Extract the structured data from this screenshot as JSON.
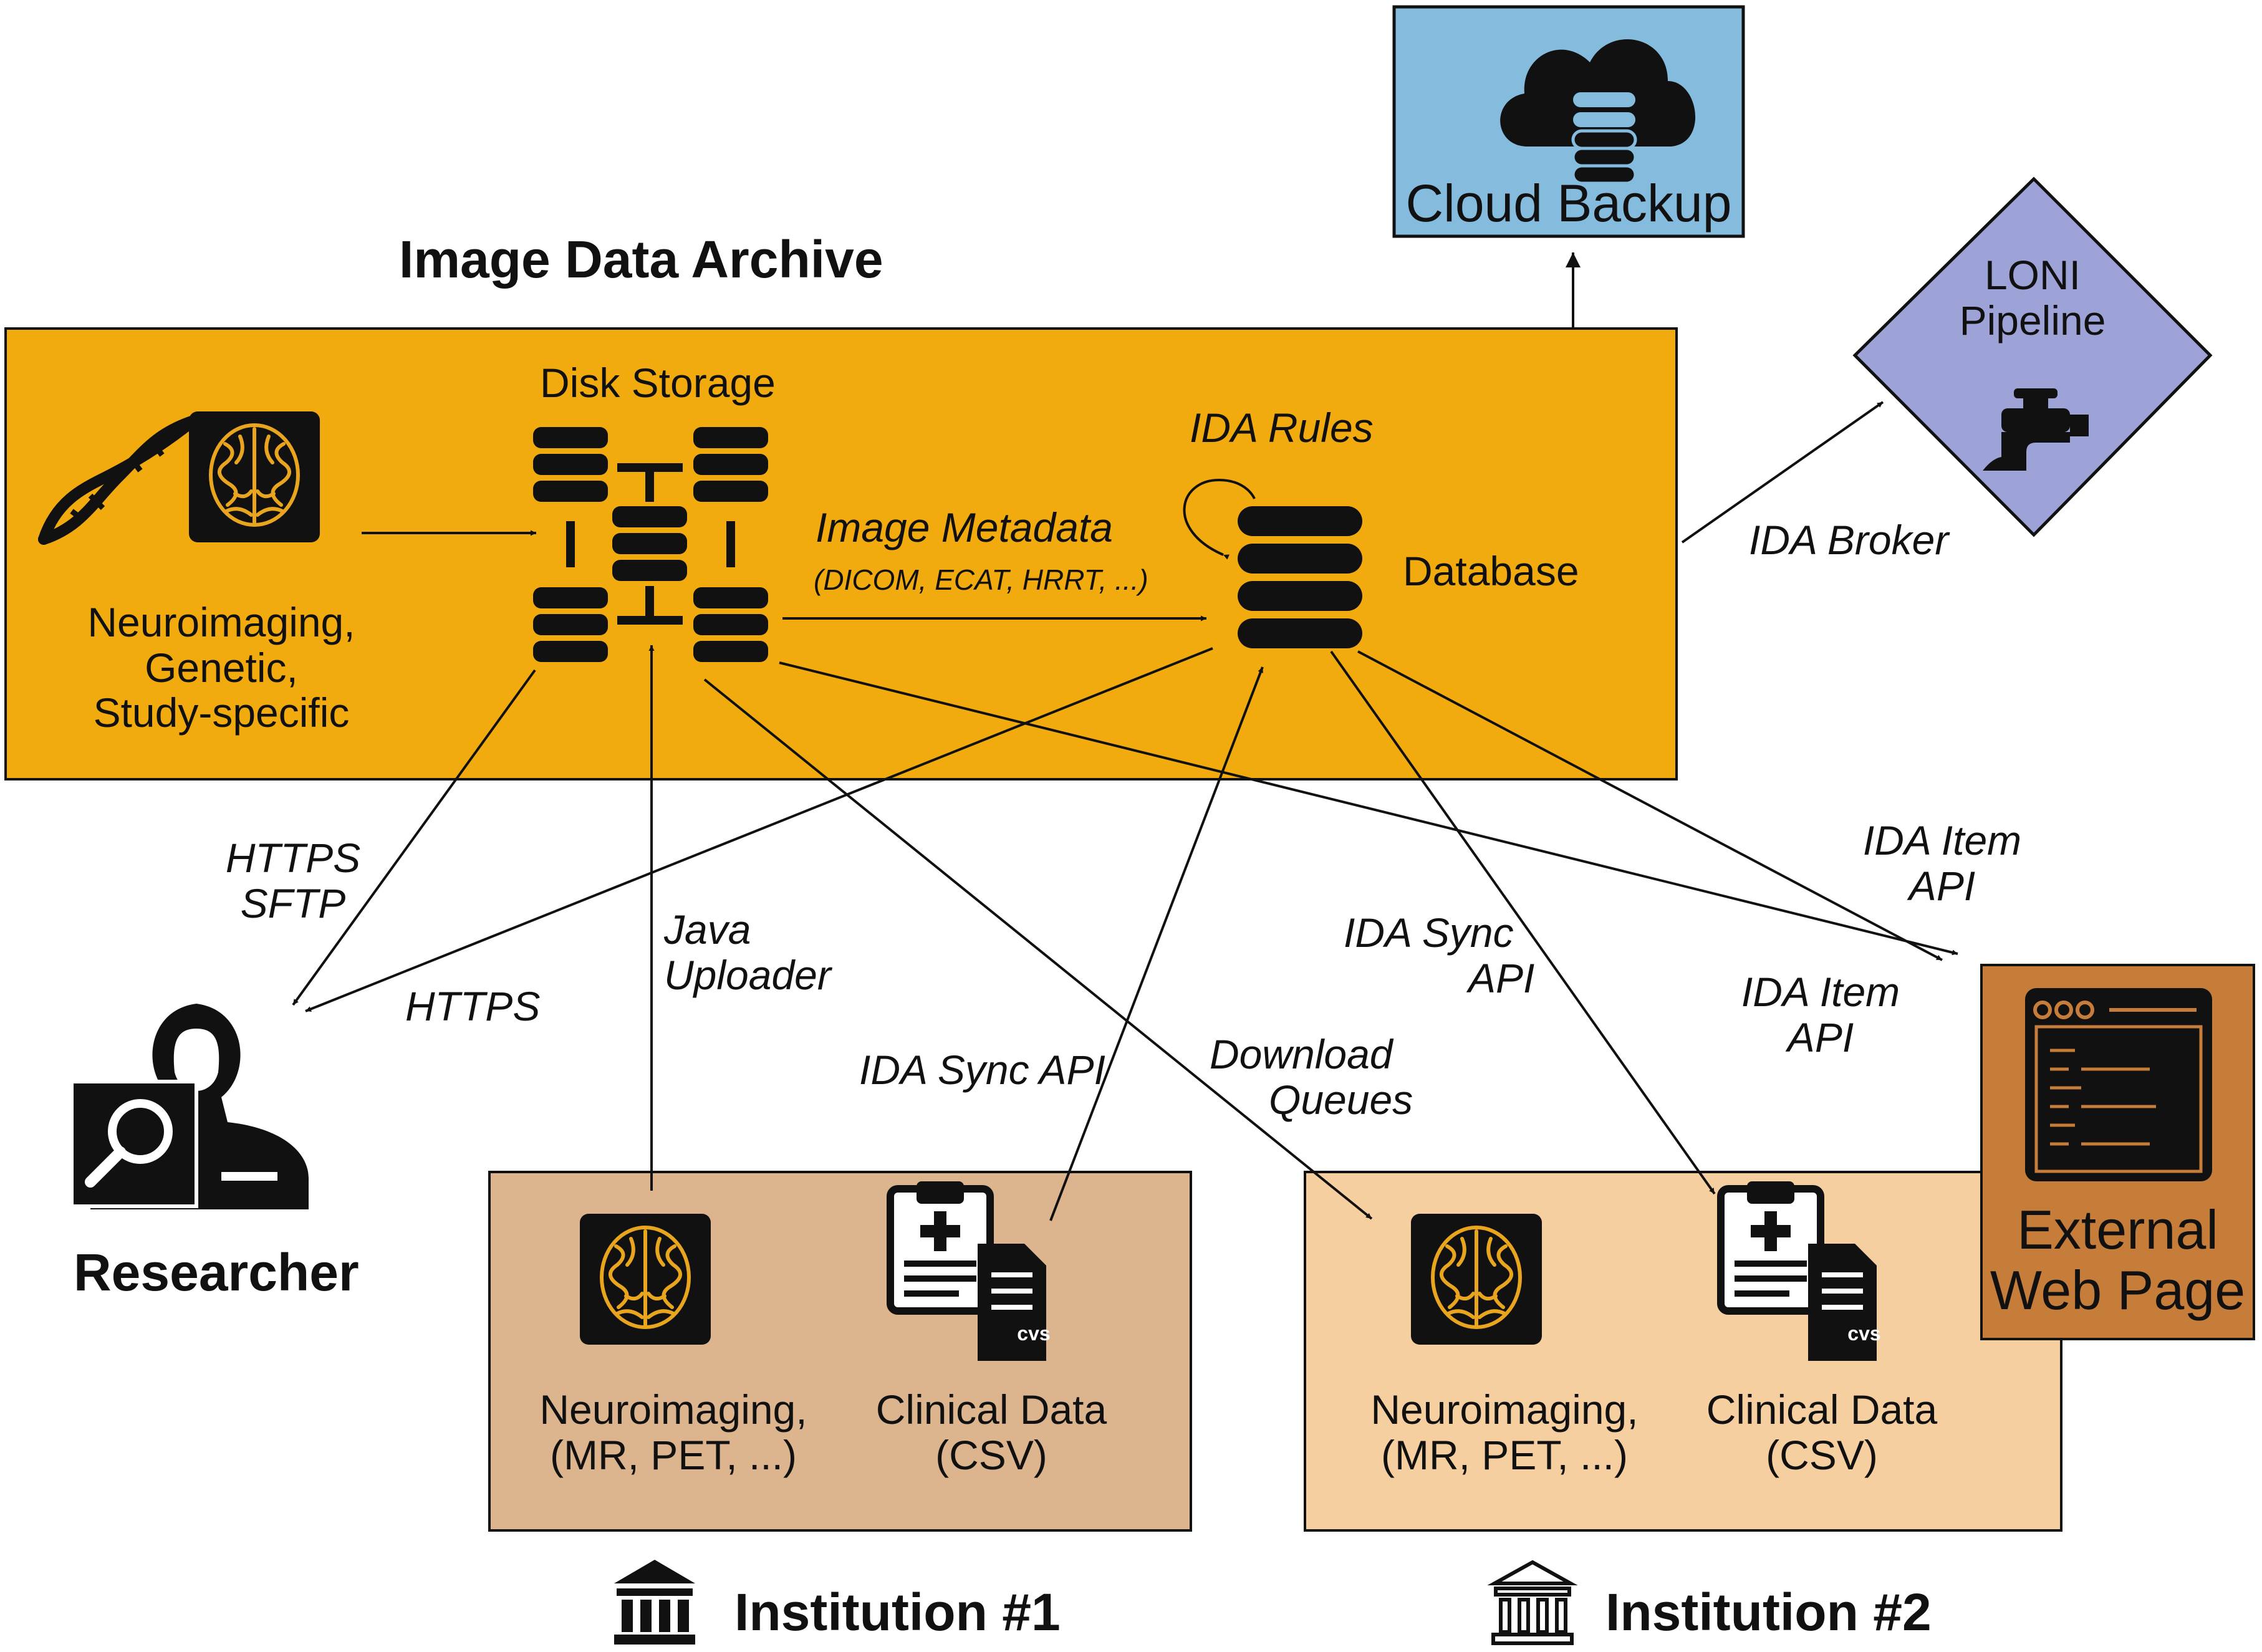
{
  "colors": {
    "archive_bg": "#f2ab0f",
    "cloud_bg": "#85bcdd",
    "pipeline_bg": "#9da3d6",
    "institution1_bg": "#dcb48e",
    "institution2_bg": "#f6cfa0",
    "webpage_bg": "#c77d3a",
    "ink": "#111111"
  },
  "archive": {
    "title": "Image Data Archive",
    "sources_label": [
      "Neuroimaging,",
      "Genetic,",
      "Study-specific"
    ],
    "disk_storage_label": "Disk Storage",
    "database_label": "Database",
    "ida_rules_label": "IDA Rules",
    "metadata_label": "Image Metadata",
    "metadata_formats": "(DICOM, ECAT, HRRT, ...)",
    "icons": [
      "dna-icon",
      "brain-scan-icon",
      "server-rack-icon",
      "database-icon"
    ]
  },
  "cloud_backup": {
    "label": "Cloud Backup",
    "icon": "cloud-database-icon"
  },
  "loni_pipeline": {
    "label": [
      "LONI",
      "Pipeline"
    ],
    "icon": "faucet-icon"
  },
  "external_web_page": {
    "label": [
      "External",
      "Web Page"
    ],
    "icon": "browser-window-icon"
  },
  "researcher": {
    "label": "Researcher",
    "icon": "researcher-magnifier-icon"
  },
  "institution1": {
    "label": "Institution #1",
    "neuro_label": [
      "Neuroimaging,",
      "(MR, PET, ...)"
    ],
    "clinical_label": [
      "Clinical Data",
      "(CSV)"
    ],
    "file_tag": "cvs"
  },
  "institution2": {
    "label": "Institution #2",
    "neuro_label": [
      "Neuroimaging,",
      "(MR, PET, ...)"
    ],
    "clinical_label": [
      "Clinical Data",
      "(CSV)"
    ],
    "file_tag": "cvs"
  },
  "connections": {
    "ida_broker": "IDA Broker",
    "https_sftp": [
      "HTTPS",
      "SFTP"
    ],
    "https": "HTTPS",
    "java_uploader": [
      "Java",
      "Uploader"
    ],
    "ida_sync_api_inst1": "IDA Sync API",
    "download_queues": [
      "Download",
      "Queues"
    ],
    "ida_sync_api_inst2": [
      "IDA Sync",
      "API"
    ],
    "ida_item_api_top": [
      "IDA Item",
      "API"
    ],
    "ida_item_api_bottom": [
      "IDA Item",
      "API"
    ]
  }
}
